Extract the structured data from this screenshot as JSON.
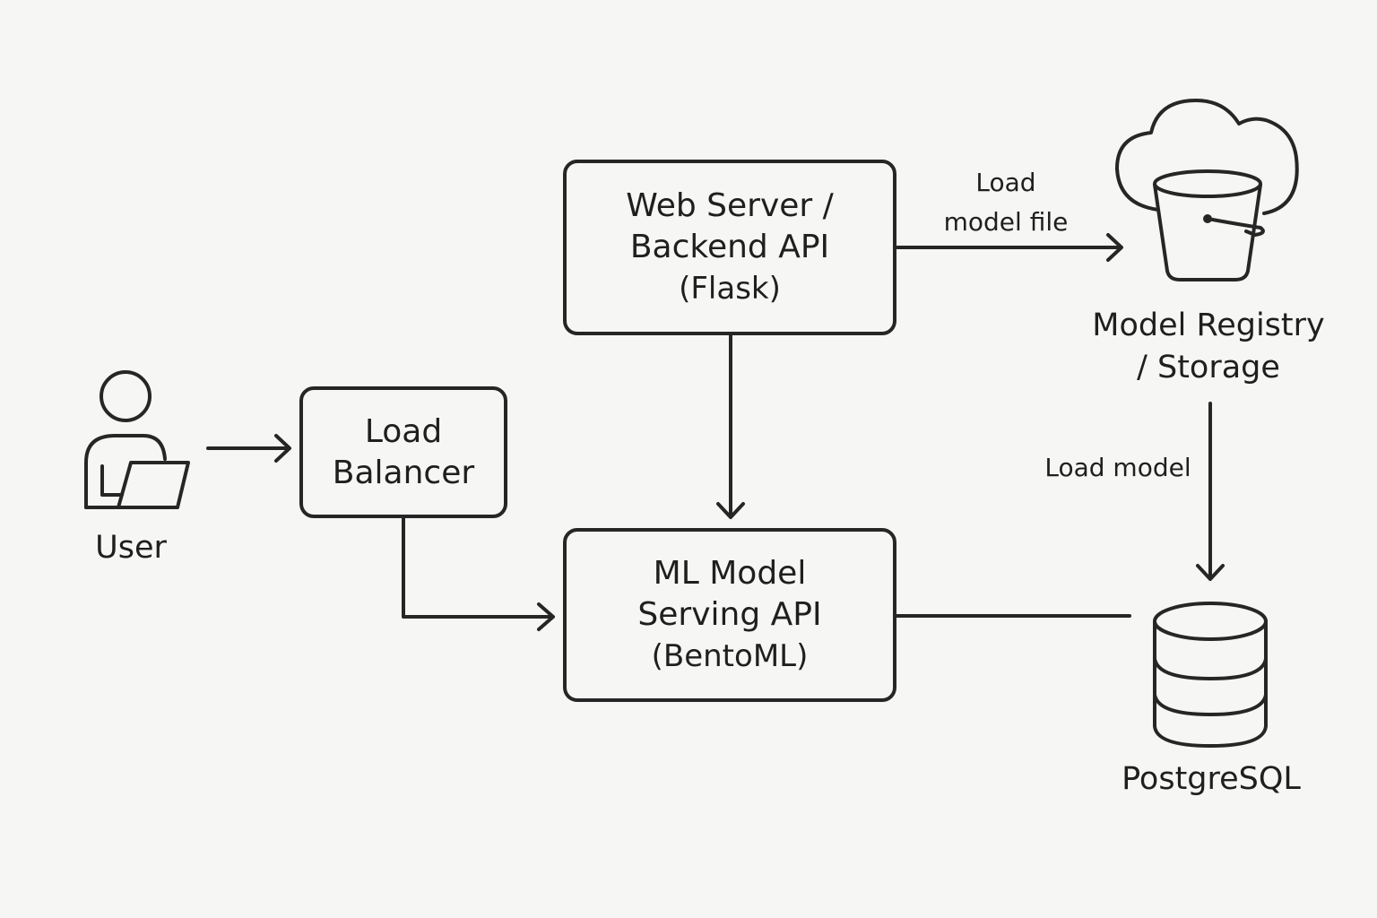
{
  "nodes": {
    "web_server": {
      "lines": [
        "Web Server /",
        "Backend API"
      ],
      "sub": "(Flask)"
    },
    "load_balancer": {
      "lines": [
        "Load",
        "Balancer"
      ]
    },
    "ml_serving": {
      "lines": [
        "ML Model",
        "Serving API"
      ],
      "sub": "(BentoML)"
    }
  },
  "labels": {
    "user": "User",
    "model_registry": [
      "Model Registry",
      "/ Storage"
    ],
    "postgres": "PostgreSQL"
  },
  "edges": {
    "load_model_file": [
      "Load",
      "model file"
    ],
    "load_model": "Load model"
  },
  "icons": {
    "user": "user-laptop-icon",
    "registry": "cloud-bucket-icon",
    "database": "database-icon"
  }
}
